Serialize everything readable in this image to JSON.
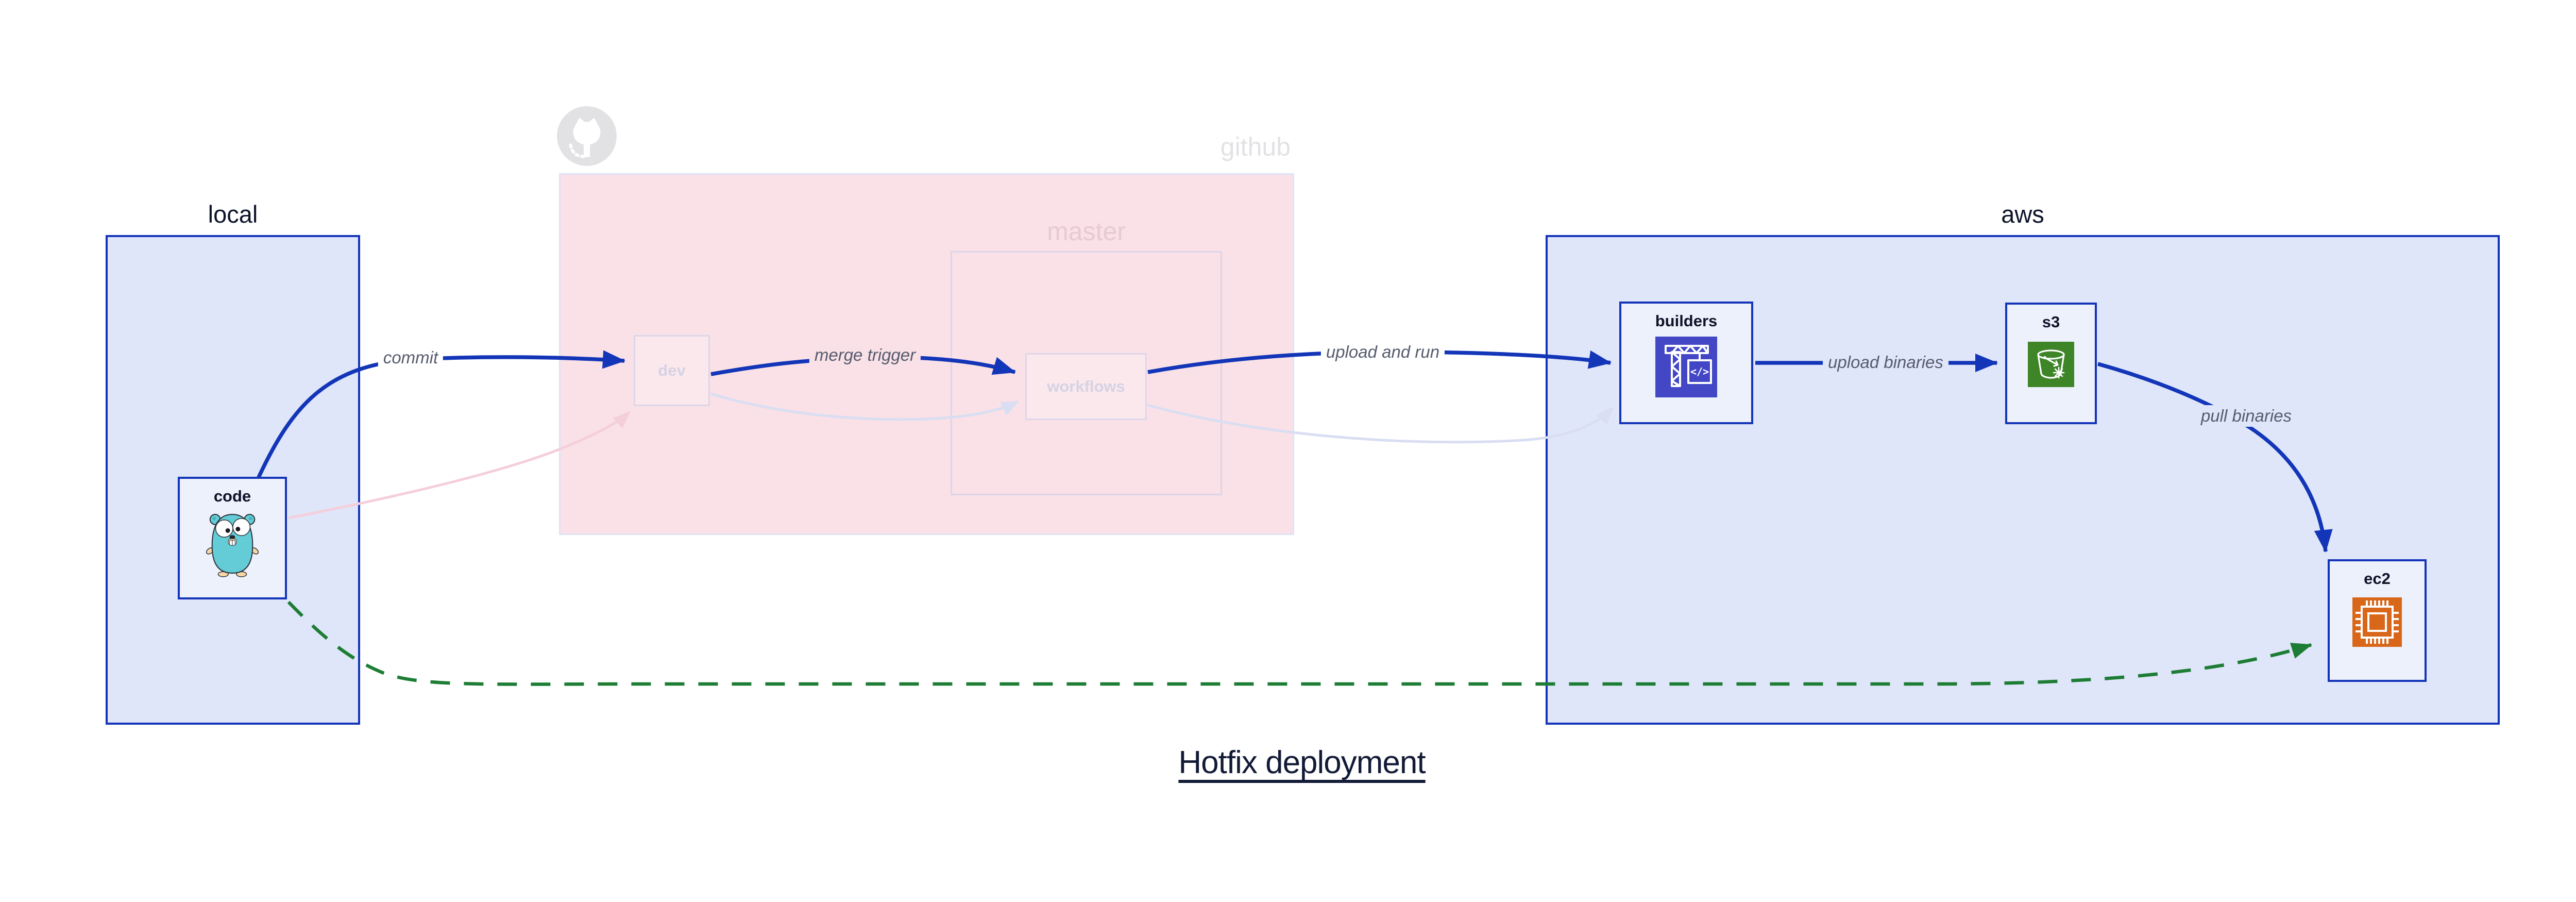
{
  "title": {
    "text": "Hotfix deployment"
  },
  "groups": {
    "local": {
      "label": "local"
    },
    "github": {
      "label": "github",
      "icon": "github-octocat-icon",
      "master": {
        "label": "master"
      }
    },
    "aws": {
      "label": "aws"
    }
  },
  "nodes": {
    "code": {
      "label": "code",
      "icon": "go-gopher-icon"
    },
    "dev": {
      "label": "dev"
    },
    "workflows": {
      "label": "workflows"
    },
    "builders": {
      "label": "builders",
      "icon": "codebuild-crane-icon"
    },
    "s3": {
      "label": "s3",
      "icon": "s3-bucket-icon"
    },
    "ec2": {
      "label": "ec2",
      "icon": "ec2-chip-icon"
    }
  },
  "edges": {
    "commit": {
      "label": "commit",
      "from": "code",
      "to": "dev",
      "style": "solid-blue"
    },
    "merge_trigger": {
      "label": "merge trigger",
      "from": "dev",
      "to": "workflows",
      "style": "solid-blue"
    },
    "upload_and_run": {
      "label": "upload and run",
      "from": "workflows",
      "to": "builders",
      "style": "solid-blue"
    },
    "upload_binaries": {
      "label": "upload binaries",
      "from": "builders",
      "to": "s3",
      "style": "solid-blue"
    },
    "pull_binaries": {
      "label": "pull binaries",
      "from": "s3",
      "to": "ec2",
      "style": "solid-blue"
    },
    "hotfix_path": {
      "label": "",
      "from": "code",
      "to": "ec2",
      "style": "dashed-green"
    },
    "ghost_commit": {
      "label": "",
      "from": "code",
      "to": "dev",
      "style": "faded-pink"
    },
    "ghost_dev_to_workflows": {
      "label": "",
      "from": "dev",
      "to": "workflows",
      "style": "faded-lavender"
    },
    "ghost_workflows_to_builders": {
      "label": "",
      "from": "workflows",
      "to": "builders",
      "style": "faded-lavender"
    }
  },
  "colors": {
    "edge_blue": "#1335b8",
    "edge_green": "#1d7d35",
    "ghost_pink": "#f4cfdb",
    "ghost_lavender": "#d9def2",
    "group_blue_fill": "#dfe6f9",
    "group_blue_border": "#1334b8",
    "group_pink_fill": "#f9e1e7",
    "node_fill": "#edf1fc",
    "codebuild_purple": "#4347c6",
    "s3_green": "#3e8527",
    "ec2_orange": "#d9671a",
    "octocat_gray": "#e2e2e4",
    "gopher_teal": "#63ccd6"
  }
}
